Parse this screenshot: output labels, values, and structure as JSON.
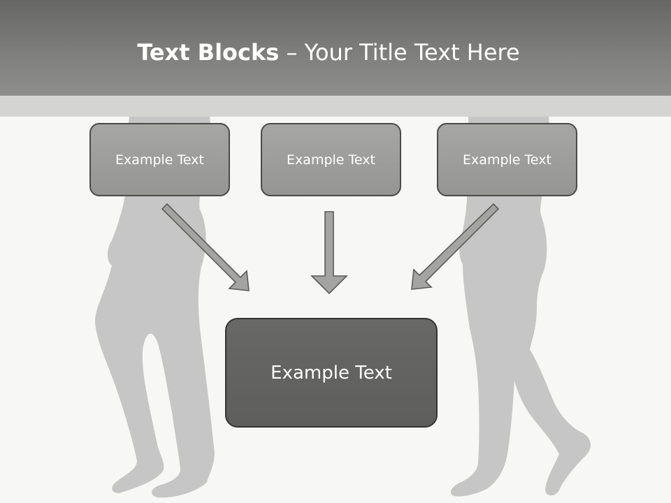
{
  "slide": {
    "title_bold": "Text Blocks",
    "title_rest": " – Your Title Text Here",
    "top_boxes": [
      {
        "label": "Example Text"
      },
      {
        "label": "Example Text"
      },
      {
        "label": "Example Text"
      }
    ],
    "center_box": {
      "label": "Example Text"
    }
  },
  "colors": {
    "header": "#7e7e7c",
    "band": "#d4d4d2",
    "background": "#f7f7f5",
    "silhouette": "#c6c6c6",
    "box_fill": "#9e9e9c",
    "center_fill": "#636361",
    "arrow_fill": "#a4a4a2",
    "arrow_stroke": "#5a5a58"
  }
}
